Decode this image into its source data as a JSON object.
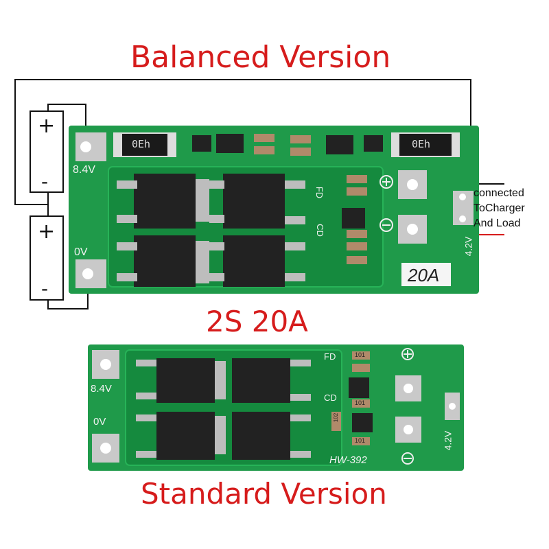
{
  "titles": {
    "top": "Balanced Version",
    "middle": "2S 20A",
    "bottom": "Standard Version"
  },
  "annotation": {
    "line1": "connected",
    "line2": "ToCharger",
    "line3": "And Load"
  },
  "battery": {
    "plus": "+",
    "minus": "-"
  },
  "balanced_board": {
    "label_84v": "8.4V",
    "label_0v": "0V",
    "label_42v": "4.2V",
    "label_20a": "20A",
    "label_fd": "FD",
    "label_cd": "CD",
    "resistor_left": "0Eh",
    "resistor_right": "0Eh"
  },
  "standard_board": {
    "label_84v": "8.4V",
    "label_0v": "0V",
    "label_42v": "4.2V",
    "label_fd": "FD",
    "label_cd": "CD",
    "label_model": "HW-392",
    "chip_a": "101",
    "chip_b": "102",
    "chip_c": "101",
    "chip_d": "101"
  },
  "colors": {
    "title_red": "#d61c1c",
    "pcb_green": "#1f9a4a",
    "pcb_dark": "#158a3e",
    "pad_silver": "#c9c9c9",
    "wire_black": "#111111"
  }
}
